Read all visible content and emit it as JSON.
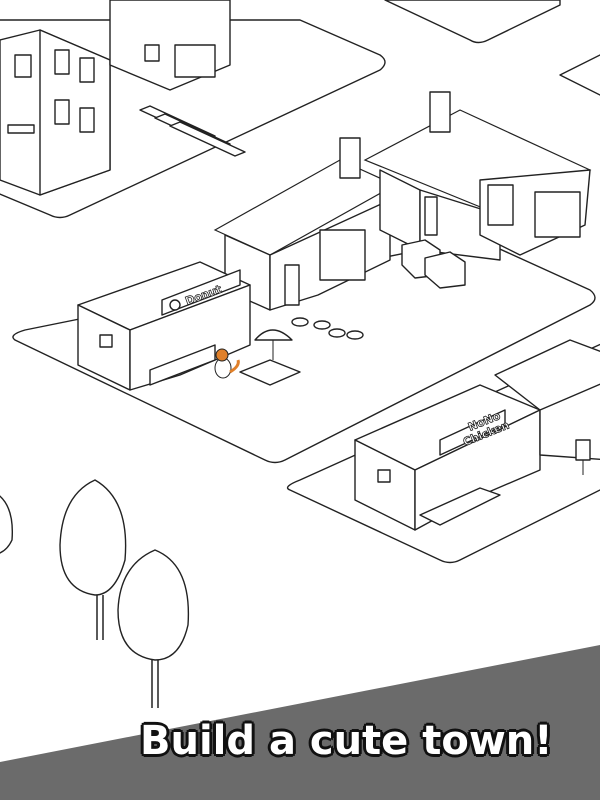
{
  "scene": {
    "shops": [
      {
        "name": "Donut",
        "sign": "Donut"
      },
      {
        "name": "NoNo Chicken",
        "sign_line1": "NoNo",
        "sign_line2": "Chicken"
      }
    ]
  },
  "banner": {
    "text": "Build a cute town!",
    "color": "#6b6b6b"
  },
  "colors": {
    "cat_accent": "#e0802a",
    "line": "#222222",
    "background": "#ffffff"
  }
}
